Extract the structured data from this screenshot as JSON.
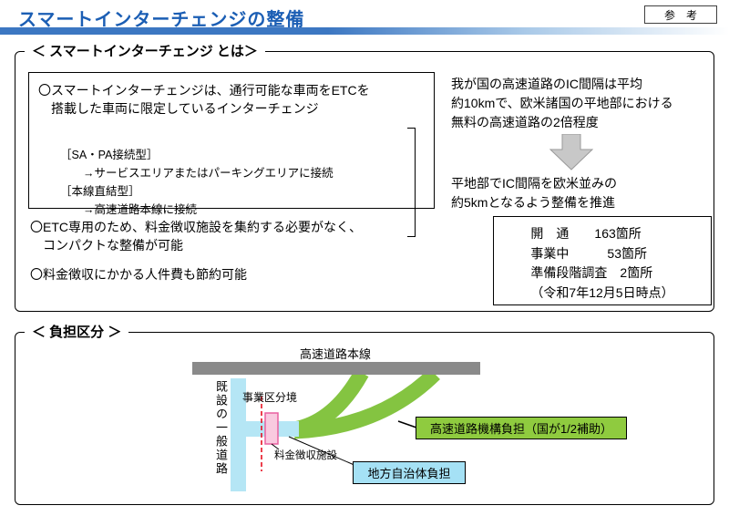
{
  "header": {
    "title": "スマートインターチェンジの整備",
    "reference_label": "参　考"
  },
  "about": {
    "label": "＜ スマートインターチェンジ とは＞",
    "bullet1": "〇スマートインターチェンジは、通行可能な車両をETCを\n　搭載した車両に限定しているインターチェンジ",
    "types": "［SA・PA接続型］\n　　→サービスエリアまたはパーキングエリアに接続\n［本線直結型］\n　　→高速道路本線に接続",
    "bullet2": "〇ETC専用のため、料金徴収施設を集約する必要がなく、\n　コンパクトな整備が可能",
    "bullet3": "〇料金徴収にかかる人件費も節約可能",
    "para1": "我が国の高速道路のIC間隔は平均\n約10kmで、欧米諸国の平地部における\n無料の高速道路の2倍程度",
    "para2": "平地部でIC間隔を欧米並みの\n約5kmとなるよう整備を推進",
    "stats": "開　通　　163箇所\n事業中　　　53箇所\n準備段階調査　2箇所\n（令和7年12月5日時点）"
  },
  "burden": {
    "label": "＜ 負担区分 ＞",
    "highway_label": "高速道路本線",
    "existing_road_label": "既設の一般道路",
    "boundary_label": "事業区分境",
    "toll_label": "料金徴収施設",
    "expressway_burden_label": "高速道路機構負担（国が1/2補助）",
    "local_burden_label": "地方自治体負担"
  },
  "colors": {
    "accent_blue": "#1b5eb4",
    "ramp_green": "#84c441",
    "green_box": "#8fcb3f",
    "road_cyan": "#b5e6f5",
    "cyan_box": "#a5e1f5",
    "toll_pink": "#f9cadf",
    "highway_gray": "#8a8a8a",
    "boundary_red": "#e60012"
  }
}
